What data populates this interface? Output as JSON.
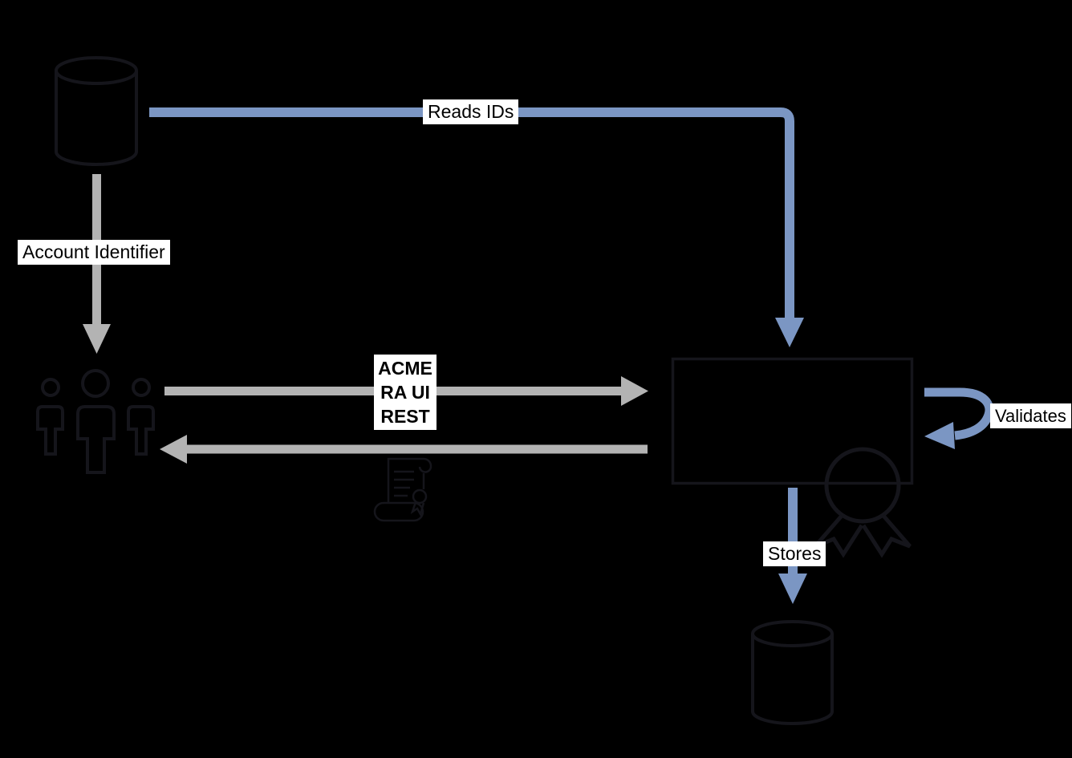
{
  "diagram": {
    "background_color": "#000000",
    "colors": {
      "flow_blue": "#7b96c3",
      "flow_gray": "#b3b3b3",
      "shape_stroke": "#15151b",
      "label_background": "#ffffff",
      "label_text": "#000000"
    },
    "nodes": [
      {
        "id": "source-database",
        "icon": "database-cylinder-icon"
      },
      {
        "id": "users-group",
        "icon": "users-icon"
      },
      {
        "id": "processing-box",
        "icon": "rectangle-shape"
      },
      {
        "id": "certificate-scroll",
        "icon": "scroll-certificate-icon"
      },
      {
        "id": "award-seal",
        "icon": "ribbon-seal-icon"
      },
      {
        "id": "target-database",
        "icon": "database-cylinder-icon"
      }
    ],
    "edges": {
      "reads_ids": {
        "label": "Reads IDs",
        "color": "#7b96c3",
        "from": "processing-box",
        "to": "source-database"
      },
      "account_identifier": {
        "label": "Account Identifier",
        "color": "#b3b3b3",
        "from": "source-database",
        "to": "users-group"
      },
      "request": {
        "label_lines": [
          "ACME",
          "RA UI",
          "REST"
        ],
        "color": "#b3b3b3",
        "from": "users-group",
        "to": "processing-box"
      },
      "response": {
        "label": "",
        "color": "#b3b3b3",
        "from": "processing-box",
        "to": "users-group"
      },
      "validates": {
        "label": "Validates",
        "color": "#7b96c3",
        "from": "processing-box",
        "to": "processing-box"
      },
      "stores": {
        "label": "Stores",
        "color": "#7b96c3",
        "from": "processing-box",
        "to": "target-database"
      }
    }
  }
}
